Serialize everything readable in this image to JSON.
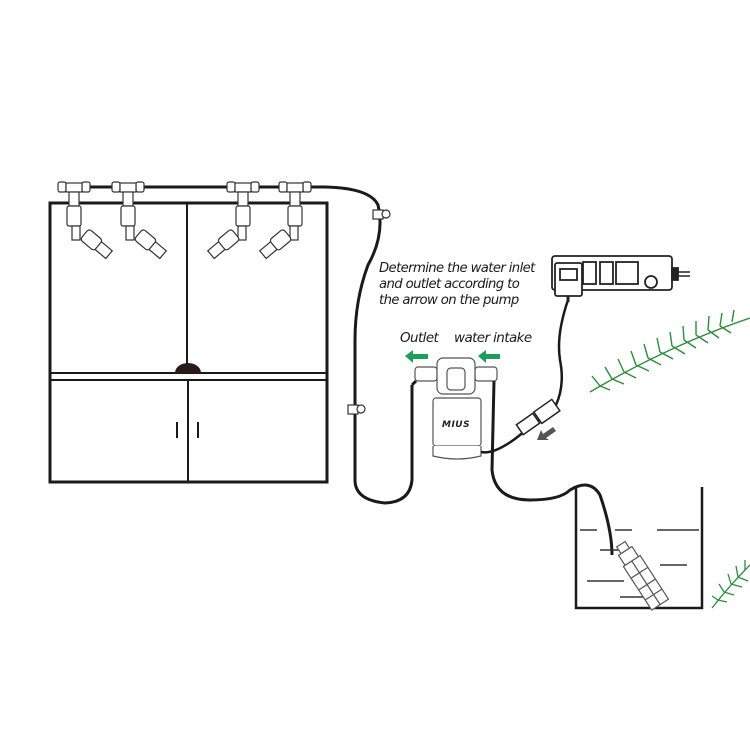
{
  "diagram": {
    "title": "Misting pump installation diagram",
    "annotations": {
      "instruction_lines": [
        "Determine the water inlet",
        "and outlet according to",
        "the arrow on the pump"
      ],
      "outlet_label": "Outlet",
      "intake_label": "water intake",
      "pump_brand": "MIUS"
    },
    "components": [
      {
        "id": "cabinet",
        "label": "Terrarium / cabinet with two glass doors and lower cupboard"
      },
      {
        "id": "misting-nozzles",
        "label": "Misting nozzles",
        "count": 4
      },
      {
        "id": "tubing",
        "label": "Water tubing with 2 clips"
      },
      {
        "id": "pump",
        "label": "Diaphragm pump"
      },
      {
        "id": "power-adapter",
        "label": "Power adapter plugged into power strip"
      },
      {
        "id": "power-strip",
        "label": "Power strip with switch"
      },
      {
        "id": "connector",
        "label": "Inline power connector"
      },
      {
        "id": "water-container",
        "label": "Water reservoir"
      },
      {
        "id": "intake-filter",
        "label": "Submerged intake filter"
      }
    ],
    "colors": {
      "line": "#1a1a1a",
      "arrow_green": "#1e9e5a",
      "arrow_grey": "#555555",
      "foliage": "#2e8b3e"
    }
  }
}
